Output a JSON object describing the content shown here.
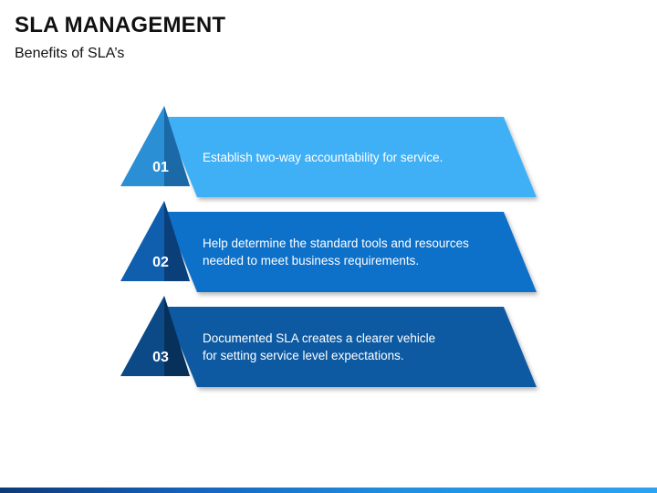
{
  "title": "SLA MANAGEMENT",
  "subtitle": "Benefits of SLA’s",
  "items": [
    {
      "number": "01",
      "lines": [
        "Establish two-way accountability for service."
      ],
      "colors": {
        "bar": "#3fb0f6",
        "shadow": "#1f7fc4",
        "tri": "#2b8fd6",
        "triDark": "#1c69a8"
      }
    },
    {
      "number": "02",
      "lines": [
        "Help determine the standard tools and resources",
        "needed to meet business requirements."
      ],
      "colors": {
        "bar": "#1170c9",
        "shadow": "#0b4d8f",
        "tri": "#0f5fae",
        "triDark": "#0a3f7a"
      }
    },
    {
      "number": "03",
      "lines": [
        "Documented SLA creates a clearer vehicle",
        "for setting service level expectations."
      ],
      "colors": {
        "bar": "#0e5aa2",
        "shadow": "#0a3f74",
        "tri": "#0b4a86",
        "triDark": "#07315b"
      }
    }
  ]
}
